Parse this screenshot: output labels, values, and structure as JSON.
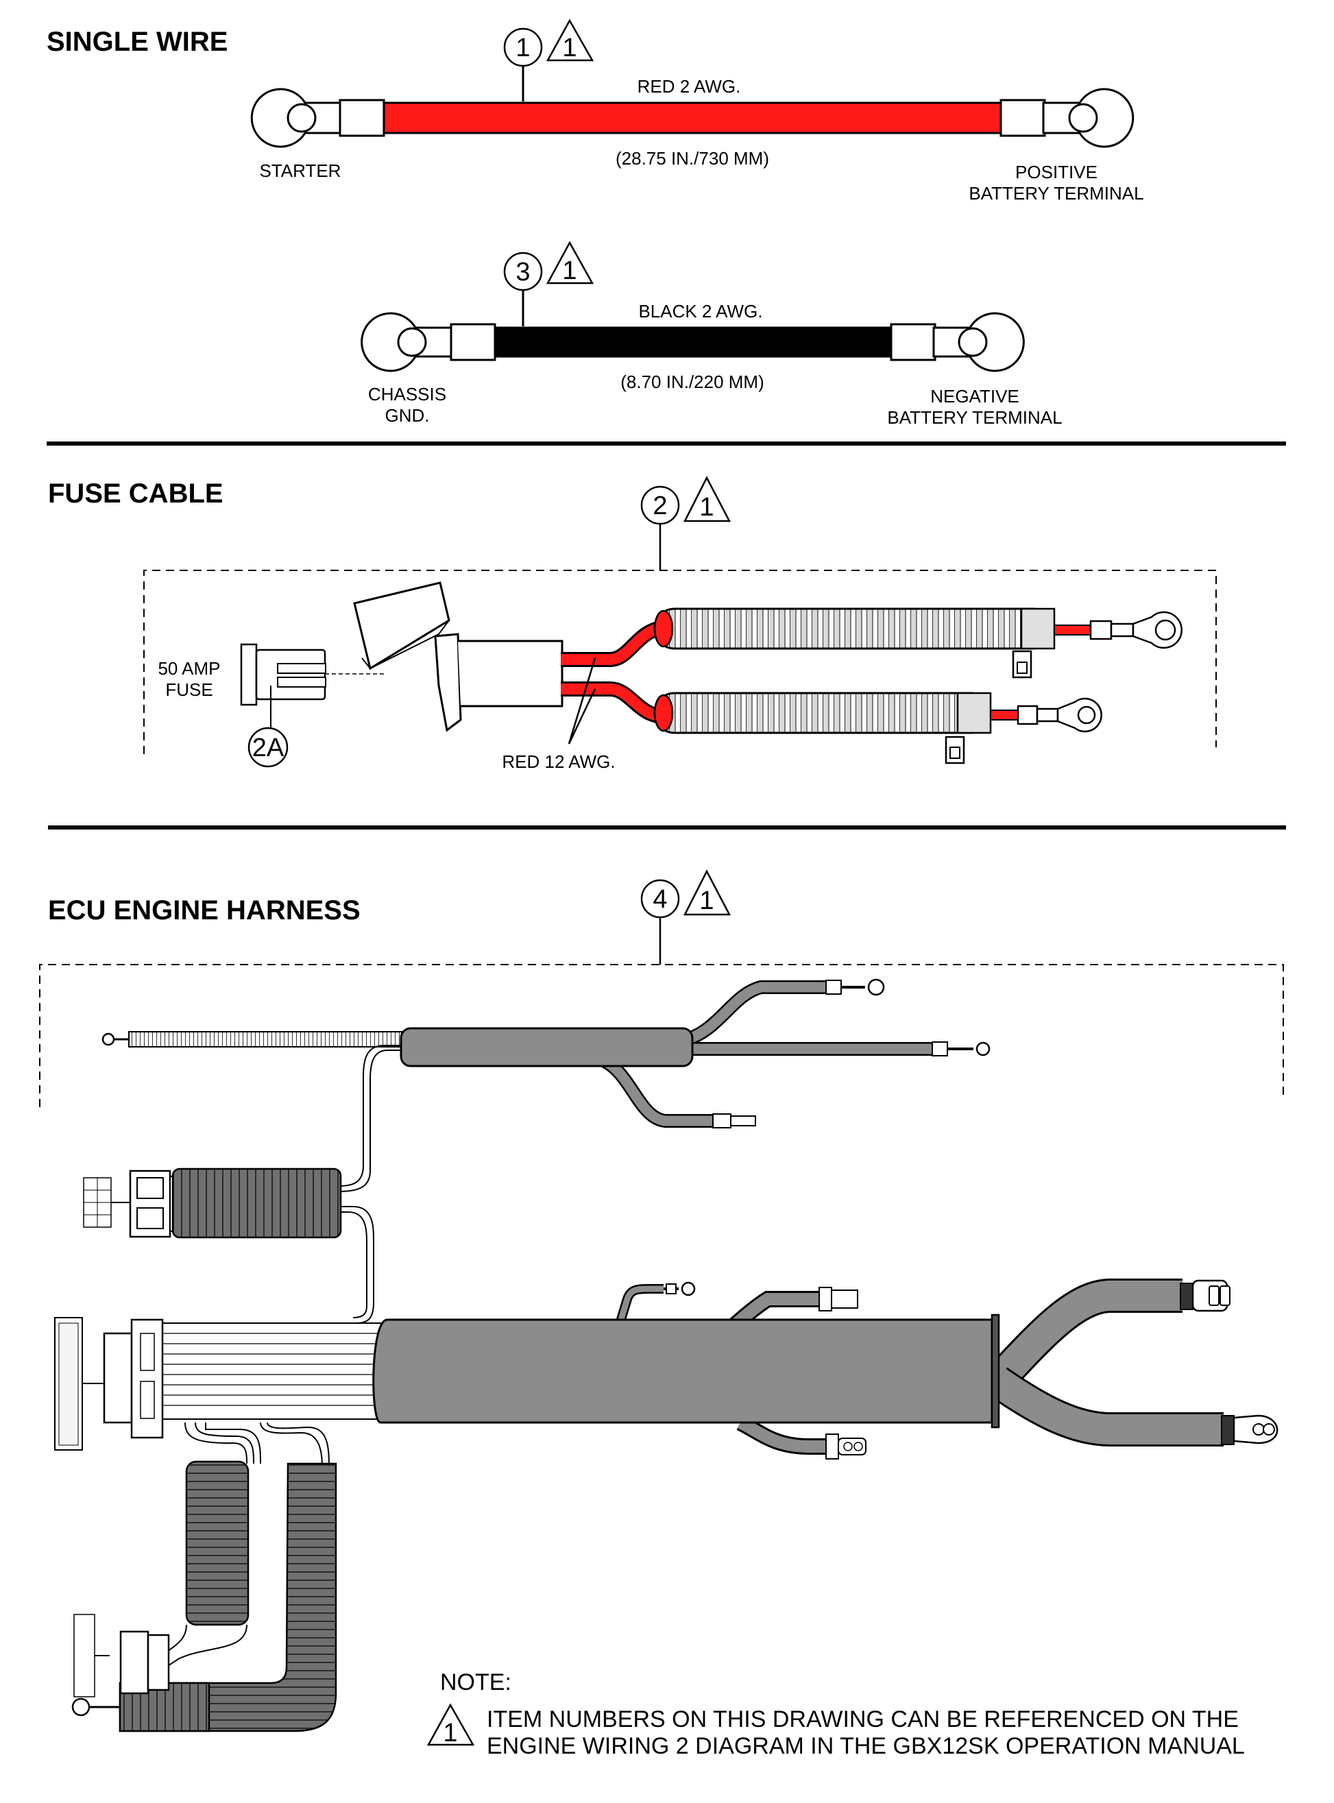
{
  "sections": {
    "single_wire": "SINGLE WIRE",
    "fuse_cable": "FUSE CABLE",
    "ecu_harness": "ECU ENGINE HARNESS"
  },
  "callouts": {
    "c1": "1",
    "c3": "3",
    "c2": "2",
    "c4": "4",
    "c2a": "2A",
    "note_flag": "1"
  },
  "red_wire": {
    "label": "RED 2 AWG.",
    "length": "(28.75 IN./730 MM)",
    "left_end": "STARTER",
    "right_end_1": "POSITIVE",
    "right_end_2": "BATTERY TERMINAL"
  },
  "black_wire": {
    "label": "BLACK 2 AWG.",
    "length": "(8.70 IN./220 MM)",
    "left_end_1": "CHASSIS",
    "left_end_2": "GND.",
    "right_end_1": "NEGATIVE",
    "right_end_2": "BATTERY TERMINAL"
  },
  "fuse": {
    "fuse_1": "50 AMP",
    "fuse_2": "FUSE",
    "wire_label": "RED 12 AWG."
  },
  "note": {
    "title": "NOTE:",
    "line1": "ITEM NUMBERS ON THIS DRAWING CAN BE REFERENCED ON THE",
    "line2": "ENGINE WIRING 2 DIAGRAM IN THE GBX12SK OPERATION MANUAL"
  },
  "colors": {
    "red": "#ff1a1a",
    "black": "#000000",
    "jacket": "#8c8c8c"
  }
}
